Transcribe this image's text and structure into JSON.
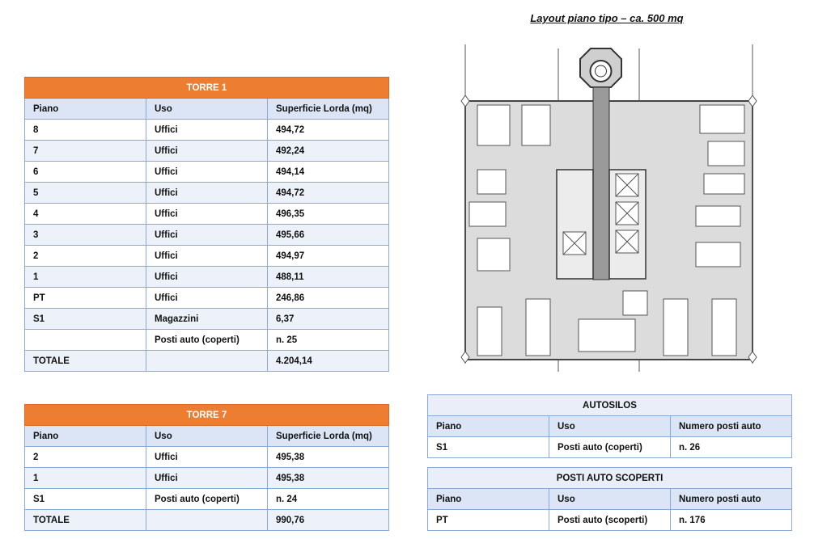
{
  "plan": {
    "title": "Layout piano tipo – ca. 500 mq"
  },
  "torre1": {
    "title": "TORRE 1",
    "headers": [
      "Piano",
      "Uso",
      "Superficie Lorda (mq)"
    ],
    "rows": [
      [
        "8",
        "Uffici",
        "494,72"
      ],
      [
        "7",
        "Uffici",
        "492,24"
      ],
      [
        "6",
        "Uffici",
        "494,14"
      ],
      [
        "5",
        "Uffici",
        "494,72"
      ],
      [
        "4",
        "Uffici",
        "496,35"
      ],
      [
        "3",
        "Uffici",
        "495,66"
      ],
      [
        "2",
        "Uffici",
        "494,97"
      ],
      [
        "1",
        "Uffici",
        "488,11"
      ],
      [
        "PT",
        "Uffici",
        "246,86"
      ],
      [
        "S1",
        "Magazzini",
        "6,37"
      ],
      [
        "",
        "Posti auto (coperti)",
        "n. 25"
      ],
      [
        "TOTALE",
        "",
        "4.204,14"
      ]
    ]
  },
  "torre7": {
    "title": "TORRE 7",
    "headers": [
      "Piano",
      "Uso",
      "Superficie Lorda (mq)"
    ],
    "rows": [
      [
        "2",
        "Uffici",
        "495,38"
      ],
      [
        "1",
        "Uffici",
        "495,38"
      ],
      [
        "S1",
        "Posti auto (coperti)",
        "n. 24"
      ],
      [
        "TOTALE",
        "",
        "990,76"
      ]
    ]
  },
  "autosilos": {
    "title": "AUTOSILOS",
    "headers": [
      "Piano",
      "Uso",
      "Numero posti auto"
    ],
    "rows": [
      [
        "S1",
        "Posti auto (coperti)",
        "n. 26"
      ]
    ]
  },
  "scoperti": {
    "title": "POSTI AUTO SCOPERTI",
    "headers": [
      "Piano",
      "Uso",
      "Numero posti auto"
    ],
    "rows": [
      [
        "PT",
        "Posti auto (scoperti)",
        "n. 176"
      ]
    ]
  }
}
